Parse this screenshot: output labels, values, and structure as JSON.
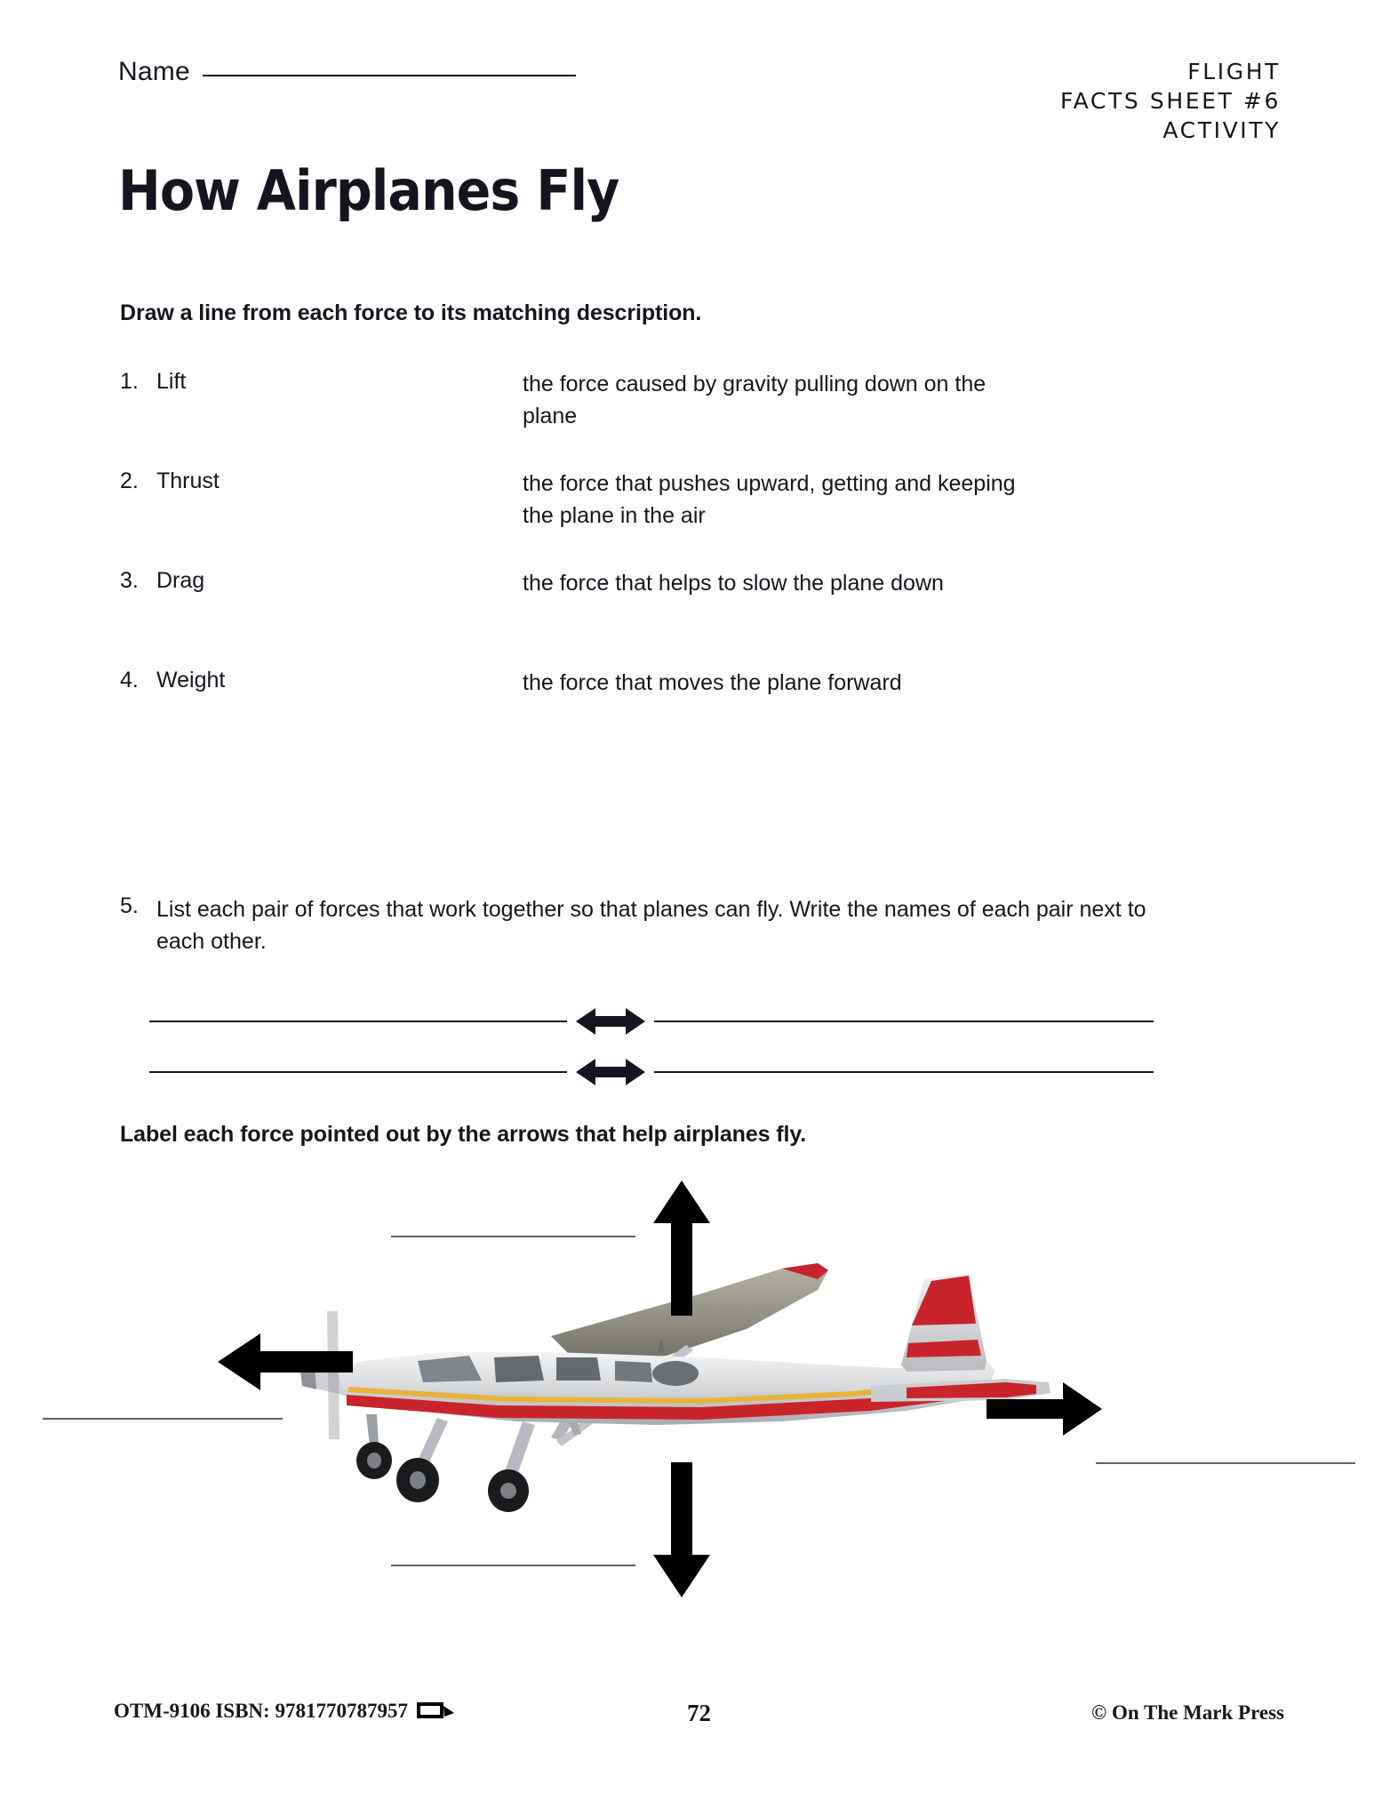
{
  "header": {
    "name_label": "Name",
    "sheet_line1": "Flight",
    "sheet_line2": "Facts Sheet #6",
    "sheet_line3": "Activity"
  },
  "title": "How Airplanes Fly",
  "instructions": {
    "matching": "Draw a line from each force to its matching description.",
    "labeling": "Label each force pointed out by the arrows that help airplanes fly."
  },
  "matching": {
    "items": [
      {
        "number": "1.",
        "term": "Lift",
        "description": "the force caused by gravity pulling down on the plane"
      },
      {
        "number": "2.",
        "term": "Thrust",
        "description": "the force that pushes upward, getting and keeping the plane in the air"
      },
      {
        "number": "3.",
        "term": "Drag",
        "description": "the force that helps to slow the plane down"
      },
      {
        "number": "4.",
        "term": "Weight",
        "description": "the force that moves the plane forward"
      }
    ]
  },
  "question5": {
    "number": "5.",
    "text": "List each pair of forces that work together so that planes can fly. Write the names of each pair next to each other.",
    "pair_rows": 2
  },
  "diagram": {
    "arrows": [
      {
        "name": "up-arrow",
        "direction": "up"
      },
      {
        "name": "left-arrow",
        "direction": "left"
      },
      {
        "name": "right-arrow",
        "direction": "right"
      },
      {
        "name": "down-arrow",
        "direction": "down"
      }
    ],
    "answer_lines": [
      "",
      "",
      "",
      ""
    ],
    "image_alt": "small single-engine airplane in flight, white with red and yellow stripes"
  },
  "footer": {
    "code": "OTM-9106  ISBN: 9781770787957",
    "page": "72",
    "copyright": "© On The Mark Press"
  },
  "colors": {
    "ink": "#18141f",
    "rule": "#18141f",
    "answer_rule": "#6e5c52",
    "plane_red": "#c9232b",
    "plane_yellow": "#e8b33a",
    "plane_body": "#d8dadd"
  }
}
